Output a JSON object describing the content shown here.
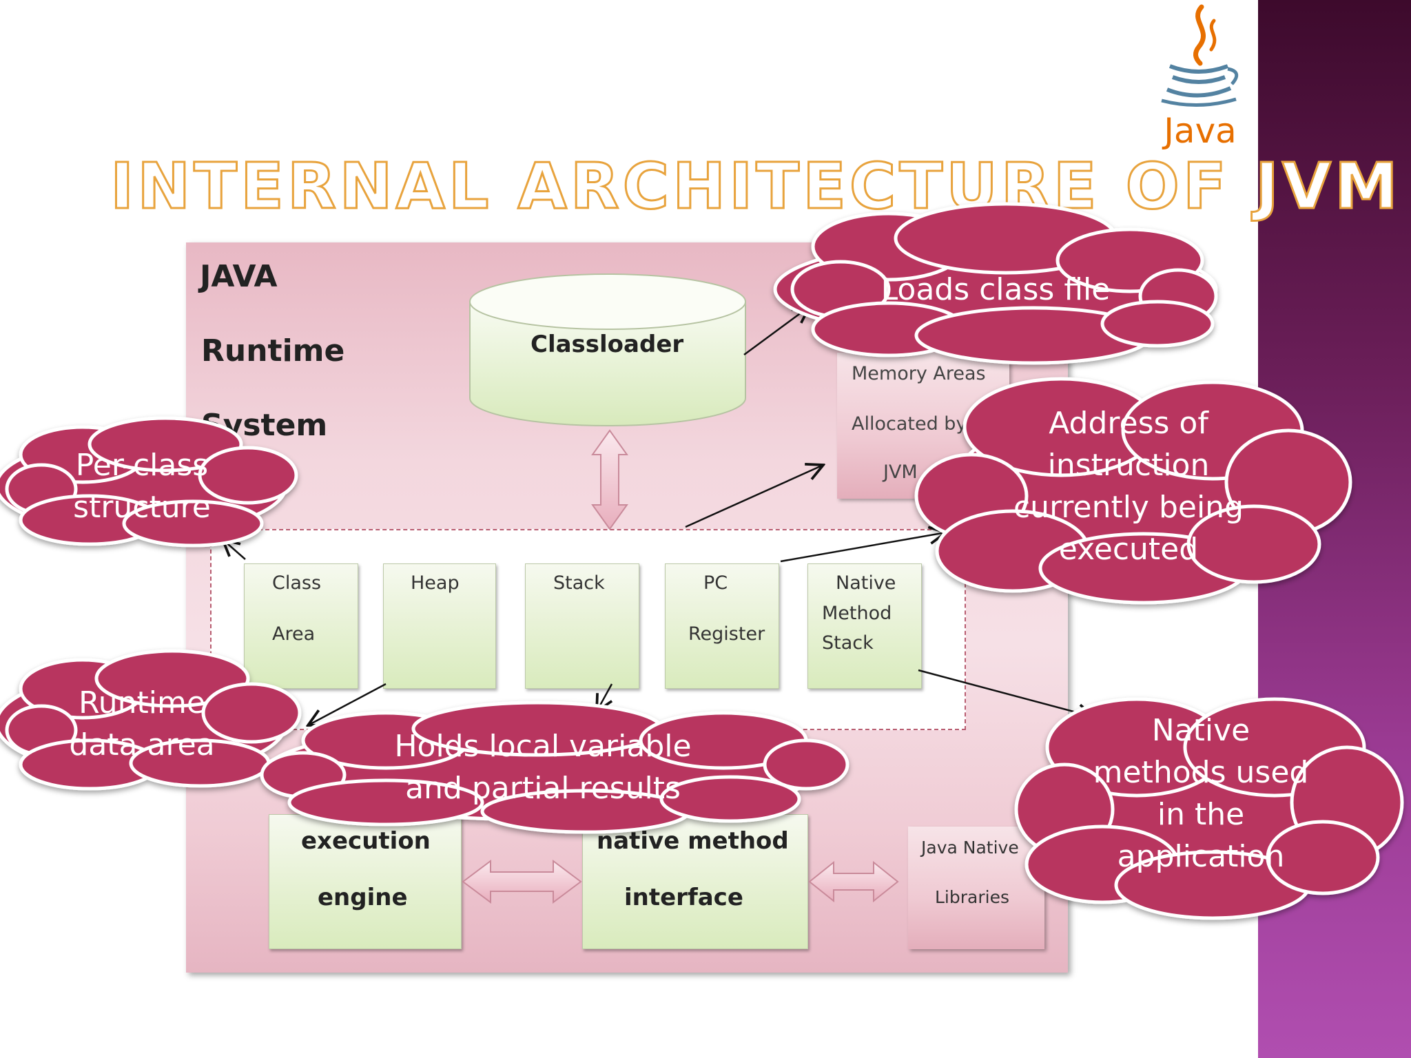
{
  "slide": {
    "title": "INTERNAL ARCHITECTURE OF JVM",
    "logo_label": "Java",
    "logo_icon": "java-coffee-cup-icon",
    "accent_title": "#e8a33d",
    "accent_cloud": "#b8355f",
    "accent_sidebar": "#8a2f80"
  },
  "diagram": {
    "runtime_label": [
      "JAVA",
      "Runtime",
      "System"
    ],
    "classloader": "Classloader",
    "memory_areas": [
      "Memory Areas",
      "Allocated by",
      "JVM"
    ],
    "areas": {
      "class_area": [
        "Class",
        "Area"
      ],
      "heap": "Heap",
      "stack": "Stack",
      "pc_register": [
        "PC",
        "Register"
      ],
      "native_method_stack": [
        "Native",
        "Method",
        "Stack"
      ]
    },
    "execution_engine": [
      "execution",
      "engine"
    ],
    "native_method_interface": [
      "native  method",
      "interface"
    ],
    "java_native_libraries": [
      "Java Native",
      "Libraries"
    ]
  },
  "callouts": {
    "loads_class_file": "Loads class file",
    "address_of_instruction": [
      "Address of",
      "instruction",
      "currently being",
      "executed"
    ],
    "per_class_structure": [
      "Per-class",
      "structure"
    ],
    "runtime_data_area": [
      "Runtime",
      "data area"
    ],
    "holds_local_variable": [
      "Holds local variable",
      "and partial results"
    ],
    "native_methods_used": [
      "Native",
      "methods used",
      "in the",
      "application"
    ]
  }
}
